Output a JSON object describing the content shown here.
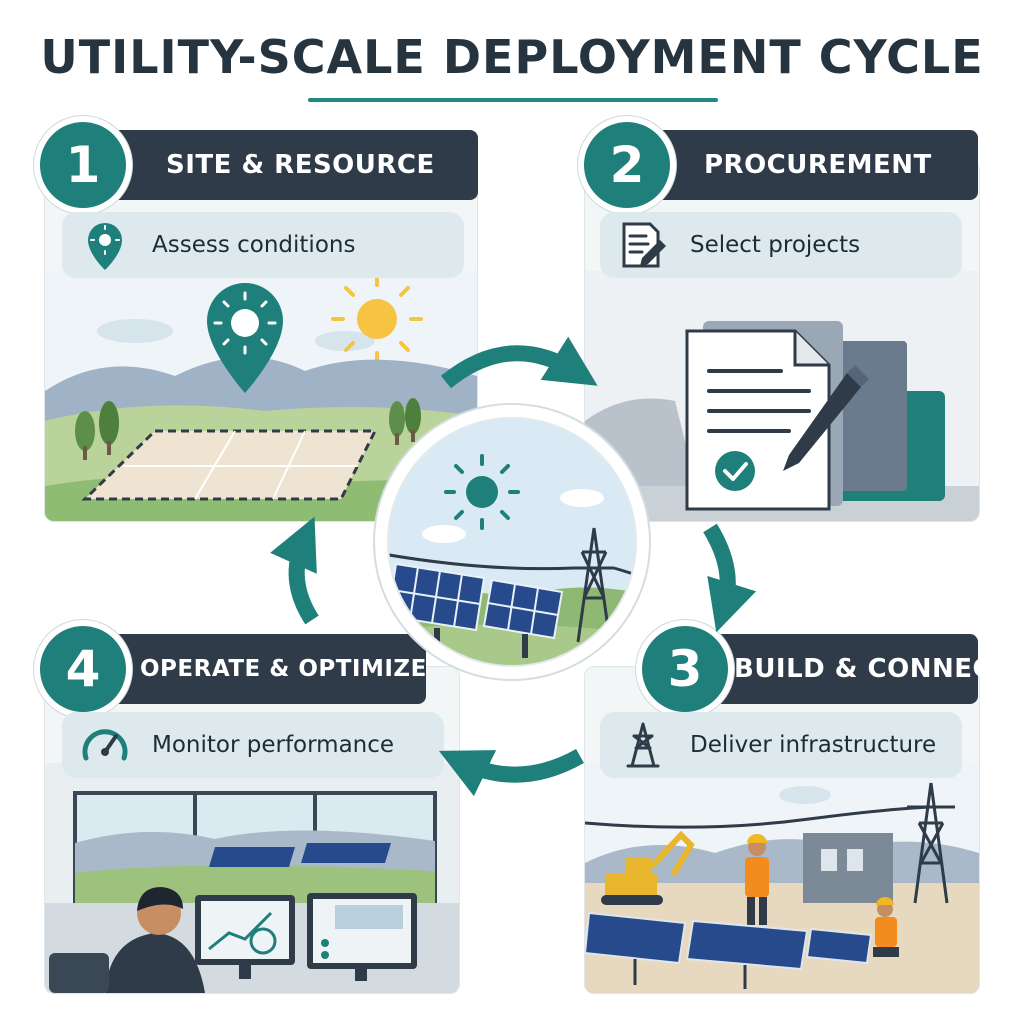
{
  "title": "UTILITY-SCALE DEPLOYMENT CYCLE",
  "steps": [
    {
      "number": "1",
      "heading": "SITE & RESOURCE",
      "task": "Assess conditions",
      "icon": "map-pin-sun-icon"
    },
    {
      "number": "2",
      "heading": "PROCUREMENT",
      "task": "Select projects",
      "icon": "document-pen-icon"
    },
    {
      "number": "3",
      "heading": "BUILD & CONNECT",
      "task": "Deliver infrastructure",
      "icon": "transmission-tower-icon"
    },
    {
      "number": "4",
      "heading": "OPERATE & OPTIMIZE",
      "task": "Monitor performance",
      "icon": "gauge-icon"
    }
  ],
  "colors": {
    "accent": "#1f7f7a",
    "banner": "#2f3b49",
    "title": "#263440",
    "pill": "#dde9ec",
    "card": "#f3f6f7"
  }
}
